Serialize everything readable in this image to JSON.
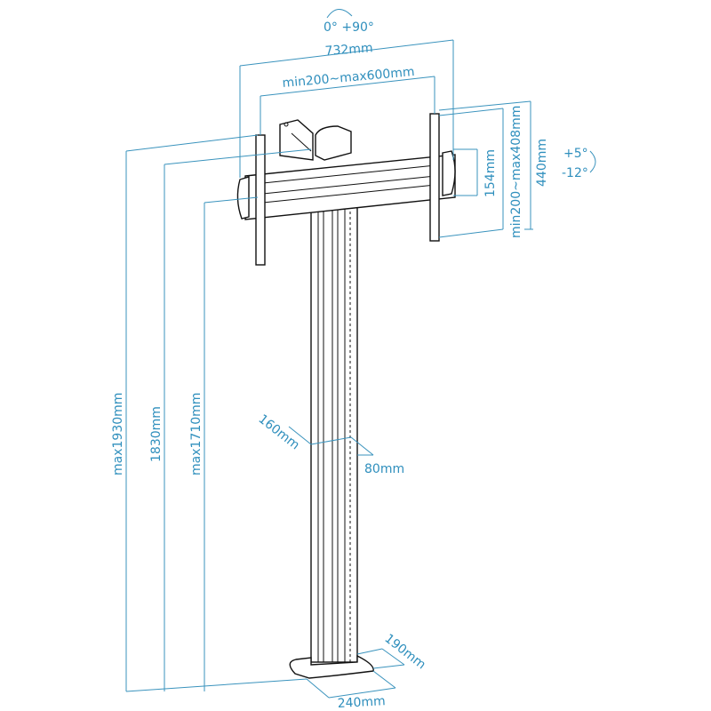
{
  "title": "Floor TV stand dimensions",
  "colors": {
    "dimension": "#2f8fbd",
    "outline": "#111111"
  },
  "labels": {
    "swivel": "0°  +90°",
    "overall_width": "732mm",
    "vesa_horizontal": "min200~max600mm",
    "bar_height": "154mm",
    "vesa_vertical": "min200~max408mm",
    "bracket_height": "440mm",
    "tilt_up": "+5°",
    "tilt_down": "-12°",
    "max_height_total": "max1930mm",
    "height_mid": "1830mm",
    "max_height_bar": "max1710mm",
    "pole_width": "160mm",
    "pole_depth": "80mm",
    "base_depth": "190mm",
    "base_width": "240mm"
  }
}
